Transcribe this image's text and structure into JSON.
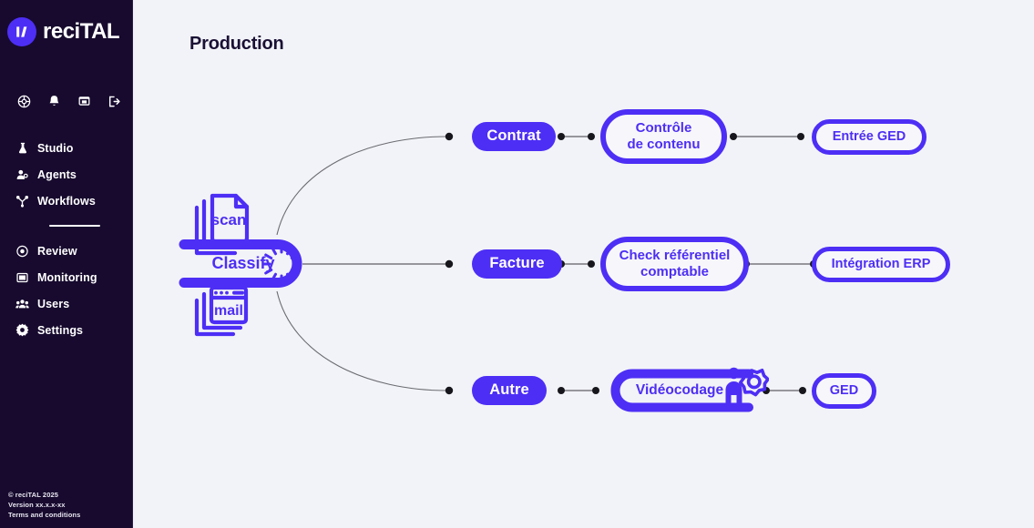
{
  "brand": {
    "name": "reciTAL",
    "logo_icon": "recital-monogram-icon",
    "accent_color": "#4d2ef5"
  },
  "sidebar": {
    "background_color": "#170a2e",
    "quick_icons": [
      {
        "name": "help-globe-icon",
        "label": "Help"
      },
      {
        "name": "bell-icon",
        "label": "Notifications"
      },
      {
        "name": "inbox-icon",
        "label": "Inbox"
      },
      {
        "name": "logout-icon",
        "label": "Logout"
      }
    ],
    "items": [
      {
        "label": "Studio",
        "icon": "flask-icon"
      },
      {
        "label": "Agents",
        "icon": "agents-icon"
      },
      {
        "label": "Workflows",
        "icon": "workflow-node-icon"
      },
      {
        "label": "Review",
        "icon": "eye-icon"
      },
      {
        "label": "Monitoring",
        "icon": "monitor-icon"
      },
      {
        "label": "Users",
        "icon": "users-icon"
      },
      {
        "label": "Settings",
        "icon": "gear-icon"
      }
    ],
    "divider_after_index": 2,
    "footer": {
      "copyright": "© reciTAL 2025",
      "version": "Version xx.x.x-xx",
      "terms": "Terms and conditions"
    }
  },
  "main": {
    "background_color": "#f2f3f8",
    "title": "Production"
  },
  "diagram": {
    "sources": [
      {
        "label": "scan",
        "icon": "document-stack-icon"
      },
      {
        "label": "mail",
        "icon": "mail-window-stack-icon"
      }
    ],
    "spinner": {
      "icon": "loading-spinner-icon"
    },
    "classifier": {
      "label": "Classify",
      "shape": "capsule-open-left"
    },
    "branches": [
      {
        "category": {
          "label": "Contrat",
          "style": "filled"
        },
        "step": {
          "label": "Contrôle\nde contenu",
          "style": "outlined"
        },
        "output": {
          "label": "Entrée GED",
          "style": "outlined"
        }
      },
      {
        "category": {
          "label": "Facture",
          "style": "filled"
        },
        "step": {
          "label": "Check référentiel\ncomptable",
          "style": "outlined"
        },
        "output": {
          "label": "Intégration ERP",
          "style": "outlined"
        }
      },
      {
        "category": {
          "label": "Autre",
          "style": "filled"
        },
        "step": {
          "label": "Vidéocodage",
          "style": "capsule-open-right",
          "icon": "person-gear-icon"
        },
        "output": {
          "label": "GED",
          "style": "outlined"
        }
      }
    ]
  }
}
